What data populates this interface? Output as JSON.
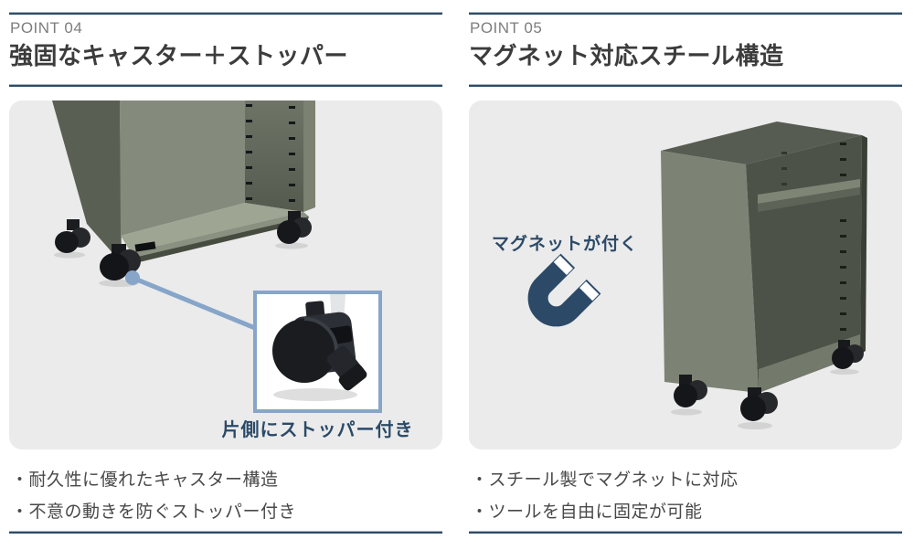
{
  "colors": {
    "accent_navy": "#2e4c68",
    "connector_blue": "#86a5c9",
    "panel_bg": "#ebebeb",
    "point_label_gray": "#7d7d7d",
    "title_gray": "#3c3c3c"
  },
  "panels": [
    {
      "point_label": "POINT 04",
      "title": "強固なキャスター＋ストッパー",
      "callout_caption": "片側にストッパー付き",
      "bullets": [
        "・耐久性に優れたキャスター構造",
        "・不意の動きを防ぐストッパー付き"
      ]
    },
    {
      "point_label": "POINT 05",
      "title": "マグネット対応スチール構造",
      "magnet_caption": "マグネットが付く",
      "bullets": [
        "・スチール製でマグネットに対応",
        "・ツールを自由に固定が可能"
      ]
    }
  ]
}
